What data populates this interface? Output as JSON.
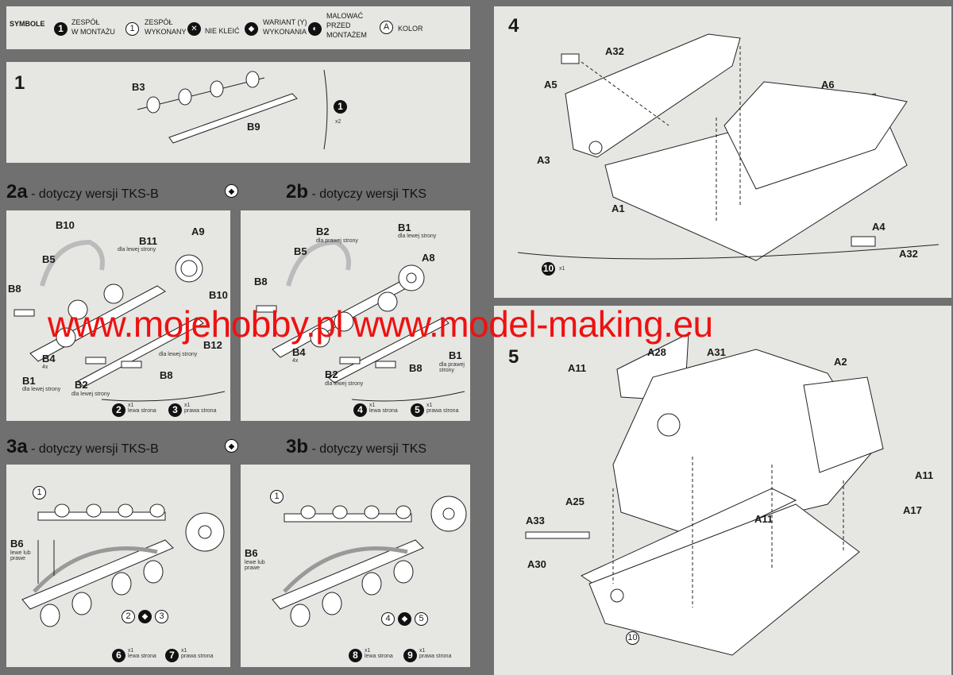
{
  "symbols": {
    "title": "SYMBOLE",
    "items": [
      {
        "icon": "1",
        "label1": "ZESPÓŁ",
        "label2": "W MONTAŻU"
      },
      {
        "icon": "1",
        "label1": "ZESPÓŁ",
        "label2": "WYKONANY"
      },
      {
        "icon": "✕",
        "label1": "NIE KLEIĆ"
      },
      {
        "icon": "◆",
        "label1": "WARIANT (Y)",
        "label2": "WYKONANIA"
      },
      {
        "icon": "◐",
        "label1": "MALOWAĆ",
        "label2": "PRZED",
        "label3": "MONTAŻEM"
      },
      {
        "icon": "A",
        "label1": "KOLOR"
      }
    ]
  },
  "step1": {
    "num": "1",
    "labels": [
      "B3",
      "B9"
    ],
    "result": "1",
    "qty": "x2"
  },
  "step2a": {
    "num": "2a",
    "title": " - dotyczy wersji TKS-B",
    "labels": [
      "B10",
      "B11",
      "A9",
      "B5",
      "B8",
      "B10",
      "B12",
      "B4",
      "B1",
      "B2",
      "B8"
    ],
    "subs": [
      "dla lewej strony",
      "dla lewej strony",
      "4x",
      "dla lewej strony",
      "dla lewej strony"
    ],
    "results": [
      {
        "n": "2",
        "qty": "x1",
        "side": "lewa strona"
      },
      {
        "n": "3",
        "qty": "x1",
        "side": "prawa strona"
      }
    ]
  },
  "step2b": {
    "num": "2b",
    "title": " - dotyczy wersji TKS",
    "labels": [
      "B2",
      "B1",
      "B5",
      "A8",
      "B8",
      "B1",
      "B4",
      "B2",
      "B8"
    ],
    "subs": [
      "dla prawej strony",
      "dla lewej strony",
      "dla prawej strony",
      "4x",
      "dla lewej strony"
    ],
    "results": [
      {
        "n": "4",
        "qty": "x1",
        "side": "lewa strona"
      },
      {
        "n": "5",
        "qty": "x1",
        "side": "prawa strona"
      }
    ]
  },
  "step3a": {
    "num": "3a",
    "title": " - dotyczy wersji TKS-B",
    "ref": "1",
    "label": "B6",
    "sub": "lewe lub prawe",
    "combo": [
      "2",
      "3"
    ],
    "results": [
      {
        "n": "6",
        "qty": "x1",
        "side": "lewa strona"
      },
      {
        "n": "7",
        "qty": "x1",
        "side": "prawa strona"
      }
    ]
  },
  "step3b": {
    "num": "3b",
    "title": " - dotyczy wersji TKS",
    "ref": "1",
    "label": "B6",
    "sub": "lewe lub prawe",
    "combo": [
      "4",
      "5"
    ],
    "results": [
      {
        "n": "8",
        "qty": "x1",
        "side": "lewa strona"
      },
      {
        "n": "9",
        "qty": "x1",
        "side": "prawa strona"
      }
    ]
  },
  "step4": {
    "num": "4",
    "labels": [
      "A32",
      "A5",
      "A6",
      "A3",
      "A1",
      "A4",
      "A32"
    ],
    "result": "10",
    "qty": "x1"
  },
  "step5": {
    "num": "5",
    "labels": [
      "A28",
      "A31",
      "A11",
      "A2",
      "A11",
      "A25",
      "A33",
      "A17",
      "A11",
      "A30"
    ],
    "result": "10"
  },
  "watermark": "www.mojehobby.pl www.model-making.eu"
}
